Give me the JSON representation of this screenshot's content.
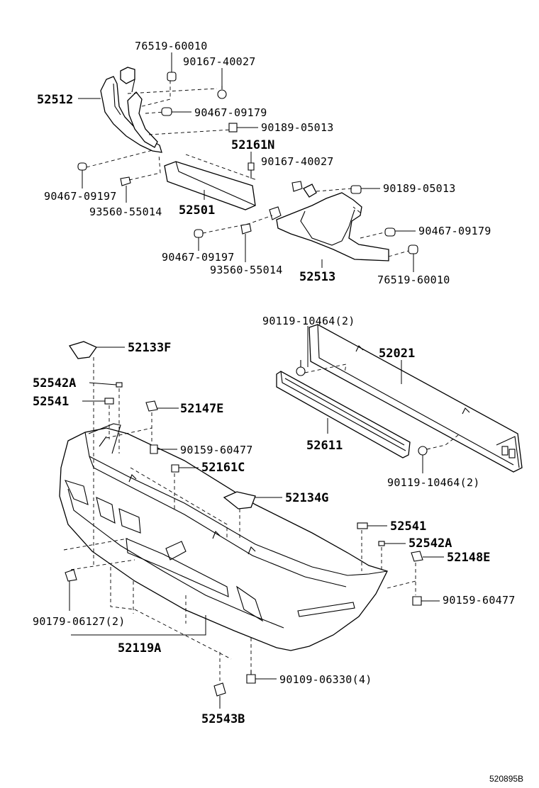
{
  "labels": {
    "p76519_60010_top": "76519-60010",
    "p90167_40027_top": "90167-40027",
    "p52512": "52512",
    "p90467_09179_top": "90467-09179",
    "p90189_05013_top": "90189-05013",
    "p52161N": "52161N",
    "p90167_40027_mid": "90167-40027",
    "p90467_09197_left": "90467-09197",
    "p93560_55014_left": "93560-55014",
    "p52501": "52501",
    "p90189_05013_right": "90189-05013",
    "p90467_09179_right": "90467-09179",
    "p90467_09197_mid": "90467-09197",
    "p93560_55014_mid": "93560-55014",
    "p52513": "52513",
    "p76519_60010_right": "76519-60010",
    "p90119_10464_top": "90119-10464(2)",
    "p52021": "52021",
    "p52133F": "52133F",
    "p52542A_left": "52542A",
    "p52541_left": "52541",
    "p52147E": "52147E",
    "p52611": "52611",
    "p90159_60477_left": "90159-60477",
    "p52161C": "52161C",
    "p90119_10464_bottom": "90119-10464(2)",
    "p52134G": "52134G",
    "p52541_right": "52541",
    "p52542A_right": "52542A",
    "p52148E": "52148E",
    "p90159_60477_right": "90159-60477",
    "p90179_06127": "90179-06127(2)",
    "p52119A": "52119A",
    "p90109_06330": "90109-06330(4)",
    "p52543B": "52543B"
  },
  "reference_code": "520895B"
}
